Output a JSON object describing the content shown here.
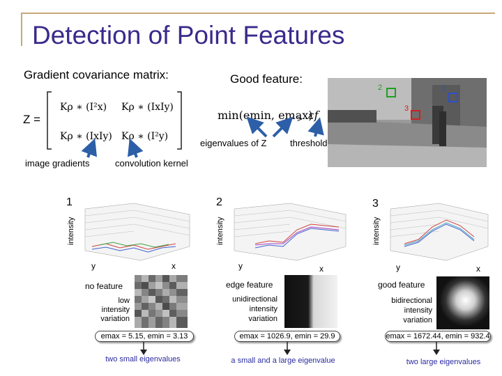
{
  "title": "Detection of Point Features",
  "left_heading": "Gradient covariance matrix:",
  "right_heading": "Good feature:",
  "z_label": "Z =",
  "matrix": {
    "m11": "Kρ ∗ (I²x)",
    "m12": "Kρ ∗ (IxIy)",
    "m21": "Kρ ∗ (IxIy)",
    "m22": "Kρ ∗ (I²y)"
  },
  "criterion": {
    "min_expr": "min(emin, emax)",
    "gt": ">",
    "eps": "εf"
  },
  "labels": {
    "eigenvalues": "eigenvalues of Z",
    "threshold": "threshold",
    "image_gradients": "image gradients",
    "convolution_kernel": "convolution kernel"
  },
  "photo_markers": [
    "2",
    "1",
    "3"
  ],
  "plots": [
    {
      "num": "1",
      "ylabel": "intensity",
      "ax_y": "y",
      "ax_x": "x"
    },
    {
      "num": "2",
      "ylabel": "intensity",
      "ax_y": "y",
      "ax_x": "x"
    },
    {
      "num": "3",
      "ylabel": "intensity",
      "ax_y": "y",
      "ax_x": "x"
    }
  ],
  "features": [
    {
      "type": "no feature",
      "desc": [
        "low",
        "intensity",
        "variation"
      ],
      "eig": "emax = 5.15, emin = 3.13",
      "summary": "two small eigenvalues"
    },
    {
      "type": "edge feature",
      "desc": [
        "unidirectional",
        "intensity",
        "variation"
      ],
      "eig": "emax = 1026.9, emin = 29.9",
      "summary": "a small and a large eigenvalue"
    },
    {
      "type": "good feature",
      "desc": [
        "bidirectional",
        "intensity",
        "variation"
      ],
      "eig": "emax = 1672.44, emin = 932.4",
      "summary": "two large eigenvalues"
    }
  ],
  "colors": {
    "title": "#3a2a8c",
    "arrow": "#2d5fa8",
    "marker_1": "#2a4fd0",
    "marker_2": "#20a020",
    "marker_3": "#d02020",
    "summary_text": "#2a2aa0"
  }
}
